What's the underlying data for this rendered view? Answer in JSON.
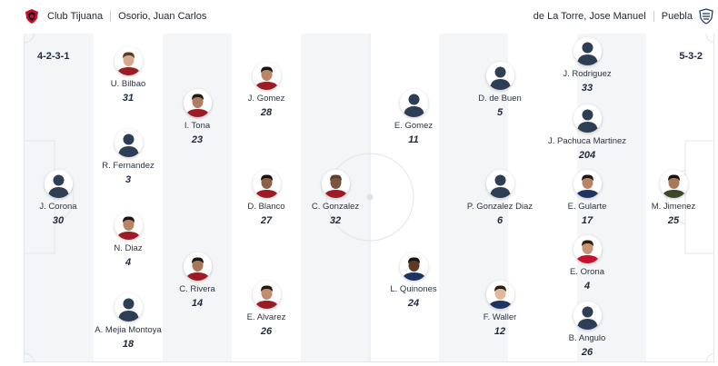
{
  "header": {
    "home_team": "Club Tijuana",
    "home_coach": "Osorio, Juan Carlos",
    "away_coach": "de La Torre, Jose Manuel",
    "away_team": "Puebla",
    "home_crest_icon": "club-tijuana-crest-icon",
    "away_crest_icon": "puebla-crest-icon"
  },
  "pitch": {
    "home_formation": "4-2-3-1",
    "away_formation": "5-3-2",
    "stripe_color_light": "#ffffff",
    "stripe_color_dark": "#f4f5f7",
    "line_color": "#e2e5e9"
  },
  "players": [
    {
      "key": "corona",
      "name": "J. Corona",
      "number": "30",
      "photo": "placeholder"
    },
    {
      "key": "bilbao",
      "name": "U. Bilbao",
      "number": "31",
      "photo": "photo"
    },
    {
      "key": "fernandez",
      "name": "R. Fernandez",
      "number": "3",
      "photo": "placeholder"
    },
    {
      "key": "diaz",
      "name": "N. Diaz",
      "number": "4",
      "photo": "photo"
    },
    {
      "key": "mejia",
      "name": "A. Mejia Montoya",
      "number": "18",
      "photo": "placeholder"
    },
    {
      "key": "tona",
      "name": "I. Tona",
      "number": "23",
      "photo": "photo"
    },
    {
      "key": "rivera",
      "name": "C. Rivera",
      "number": "14",
      "photo": "photo"
    },
    {
      "key": "gomez_j",
      "name": "J. Gomez",
      "number": "28",
      "photo": "photo"
    },
    {
      "key": "blanco",
      "name": "D. Blanco",
      "number": "27",
      "photo": "photo"
    },
    {
      "key": "alvarez",
      "name": "E. Alvarez",
      "number": "26",
      "photo": "photo"
    },
    {
      "key": "gonzalez_c",
      "name": "C. Gonzalez",
      "number": "32",
      "photo": "photo"
    },
    {
      "key": "gomez_e",
      "name": "E. Gomez",
      "number": "11",
      "photo": "placeholder"
    },
    {
      "key": "quinones",
      "name": "L. Quinones",
      "number": "24",
      "photo": "photo"
    },
    {
      "key": "debuen",
      "name": "D. de Buen",
      "number": "5",
      "photo": "placeholder"
    },
    {
      "key": "gonzalez_p",
      "name": "P. Gonzalez Diaz",
      "number": "6",
      "photo": "placeholder"
    },
    {
      "key": "waller",
      "name": "F. Waller",
      "number": "12",
      "photo": "photo"
    },
    {
      "key": "rodriguez",
      "name": "J. Rodriguez",
      "number": "33",
      "photo": "placeholder"
    },
    {
      "key": "pachuca",
      "name": "J. Pachuca Martinez",
      "number": "204",
      "photo": "placeholder"
    },
    {
      "key": "gularte",
      "name": "E. Gularte",
      "number": "17",
      "photo": "photo"
    },
    {
      "key": "orona",
      "name": "E. Orona",
      "number": "4",
      "photo": "photo"
    },
    {
      "key": "angulo",
      "name": "B. Angulo",
      "number": "26",
      "photo": "placeholder"
    },
    {
      "key": "jimenez",
      "name": "M. Jimenez",
      "number": "25",
      "photo": "photo"
    }
  ]
}
